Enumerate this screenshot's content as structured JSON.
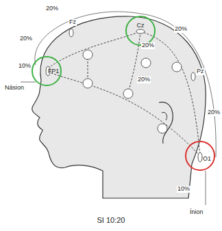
{
  "diagram": {
    "caption": "SI 10:20",
    "nodes": [
      {
        "text": [
          "FP1"
        ]
      },
      {
        "text": [
          "Cz"
        ]
      },
      {
        "text": [
          "O1"
        ]
      }
    ],
    "labels": [
      "20%",
      "20%",
      "20%",
      "20%",
      "20%",
      "20%",
      "Fz",
      "Pz",
      "10%",
      "Násion",
      "10%",
      "Ínion"
    ]
  }
}
